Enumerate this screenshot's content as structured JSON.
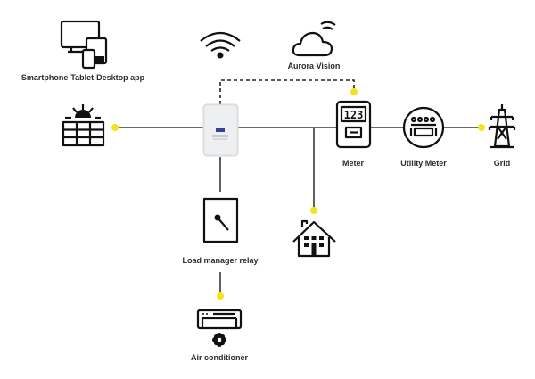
{
  "colors": {
    "connector_dot": "#f5e21a",
    "line": "#3a3a3a",
    "icon": "#111111",
    "label_text": "#2b2b33",
    "inverter_body": "#e6e7e8",
    "inverter_badge": "#3b3f8f"
  },
  "nodes": {
    "app": {
      "label": "Smartphone-Tablet-Desktop app",
      "icon": "devices-icon"
    },
    "wifi": {
      "label": "",
      "icon": "wifi-icon"
    },
    "cloud": {
      "label": "Aurora Vision",
      "icon": "cloud-icon"
    },
    "solar": {
      "label": "",
      "icon": "solar-panel-icon"
    },
    "inverter": {
      "label": "",
      "icon": "inverter-icon"
    },
    "meter": {
      "label": "Meter",
      "icon": "meter-icon",
      "display": "123"
    },
    "utility_meter": {
      "label": "Utility Meter",
      "icon": "utility-meter-icon"
    },
    "grid": {
      "label": "Grid",
      "icon": "power-pylon-icon"
    },
    "relay": {
      "label": "Load manager relay",
      "icon": "relay-switch-icon"
    },
    "house": {
      "label": "",
      "icon": "house-icon"
    },
    "air_conditioner": {
      "label": "Air conditioner",
      "icon": "air-conditioner-icon"
    }
  }
}
